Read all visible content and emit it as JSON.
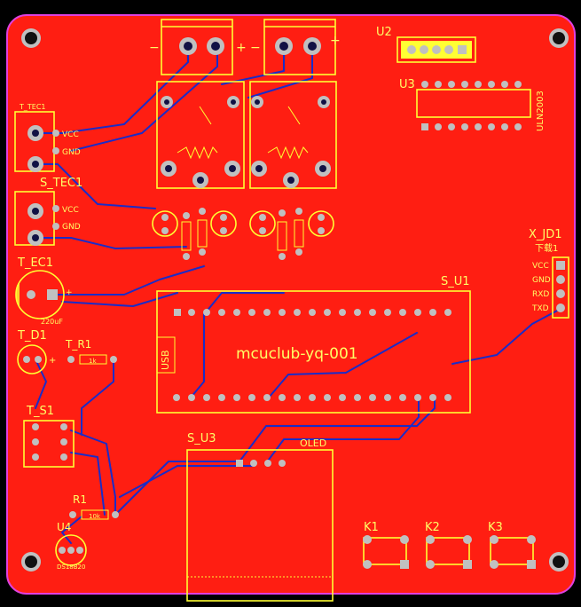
{
  "labels": {
    "u2": "U2",
    "u3": "U3",
    "uln": "ULN2003",
    "t_tec_small": "T_TEC1",
    "vcc": "VCC",
    "gnd": "GND",
    "s_tec1": "S_TEC1",
    "t_ec1": "T_EC1",
    "cap_val": "220uF",
    "t_d1": "T_D1",
    "t_r1": "T_R1",
    "r1k": "1k",
    "t_s1": "T_S1",
    "r1": "R1",
    "r10k": "10k",
    "u4": "U4",
    "ds18b20": "DS18B20",
    "x_jd1": "X_JD1",
    "xiazai": "下载1",
    "rxd": "RXD",
    "txd": "TXD",
    "s_u1": "S_U1",
    "usb": "USB",
    "board_name": "mcuclub-yq-001",
    "s_u3": "S_U3",
    "oled": "OLED",
    "k1": "K1",
    "k2": "K2",
    "k3": "K3"
  },
  "colors": {
    "board": "#ff1e12",
    "silk": "#ffff33",
    "trace": "#1a2cc8",
    "pad": "#c0c0c0",
    "outline": "#e040e0",
    "hole": "#111111"
  }
}
